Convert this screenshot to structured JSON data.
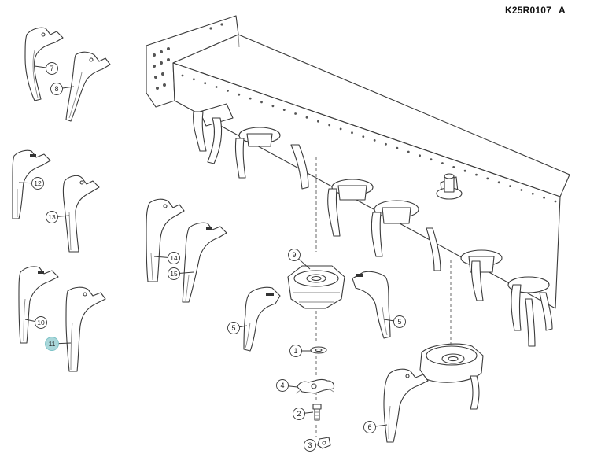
{
  "header": {
    "document_id": "K25R0107",
    "revision": "A"
  },
  "callouts": [
    {
      "id": "c7",
      "label": "7"
    },
    {
      "id": "c8",
      "label": "8"
    },
    {
      "id": "c12",
      "label": "12"
    },
    {
      "id": "c13",
      "label": "13"
    },
    {
      "id": "c14",
      "label": "14"
    },
    {
      "id": "c15",
      "label": "15"
    },
    {
      "id": "c10",
      "label": "10"
    },
    {
      "id": "c11",
      "label": "11",
      "highlighted": true
    },
    {
      "id": "c9",
      "label": "9"
    },
    {
      "id": "c5a",
      "label": "5"
    },
    {
      "id": "c5b",
      "label": "5"
    },
    {
      "id": "c1",
      "label": "1"
    },
    {
      "id": "c4",
      "label": "4"
    },
    {
      "id": "c2",
      "label": "2"
    },
    {
      "id": "c3",
      "label": "3"
    },
    {
      "id": "c6",
      "label": "6"
    }
  ],
  "colors": {
    "line": "#3a3a3a",
    "light_line": "#9a9a9a",
    "highlight_fill": "#a9d7da",
    "highlight_stroke": "#7cc2c6",
    "callout_fill": "#ffffff"
  }
}
